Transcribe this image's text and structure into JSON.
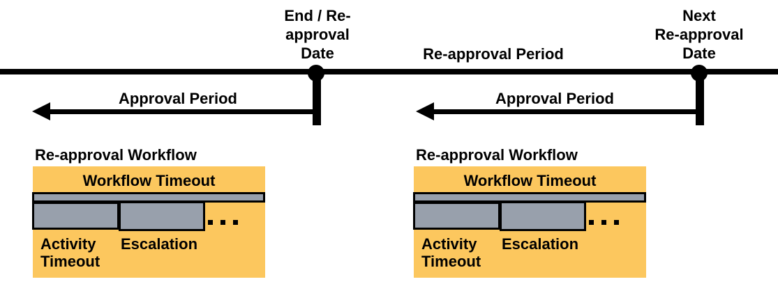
{
  "diagram": {
    "markers": [
      {
        "label": "End / Re-\napproval\nDate"
      },
      {
        "label": "Next\nRe-approval\nDate"
      }
    ],
    "period_labels": {
      "reapproval_period": "Re-approval Period",
      "approval_period_left": "Approval Period",
      "approval_period_right": "Approval Period"
    }
  },
  "workflows": [
    {
      "title": "Re-approval Workflow",
      "workflow_timeout": "Workflow Timeout",
      "activity_timeout": "Activity\nTimeout",
      "escalation": "Escalation",
      "ellipsis": "..."
    },
    {
      "title": "Re-approval Workflow",
      "workflow_timeout": "Workflow Timeout",
      "activity_timeout": "Activity\nTimeout",
      "escalation": "Escalation",
      "ellipsis": "..."
    }
  ],
  "colors": {
    "accent_orange": "#FCC75E",
    "bar_gray": "#98A0AC",
    "line_black": "#000000"
  }
}
